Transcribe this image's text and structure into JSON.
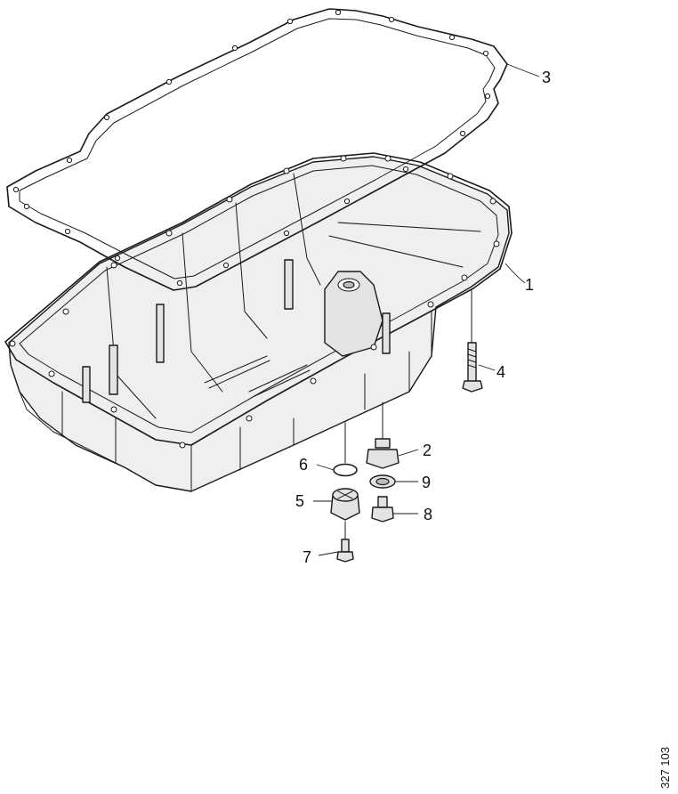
{
  "figure": {
    "callouts": [
      {
        "id": "1",
        "label": "1"
      },
      {
        "id": "2",
        "label": "2"
      },
      {
        "id": "3",
        "label": "3"
      },
      {
        "id": "4",
        "label": "4"
      },
      {
        "id": "5",
        "label": "5"
      },
      {
        "id": "6",
        "label": "6"
      },
      {
        "id": "7",
        "label": "7"
      },
      {
        "id": "8",
        "label": "8"
      },
      {
        "id": "9",
        "label": "9"
      }
    ],
    "document_number": "327 103"
  }
}
